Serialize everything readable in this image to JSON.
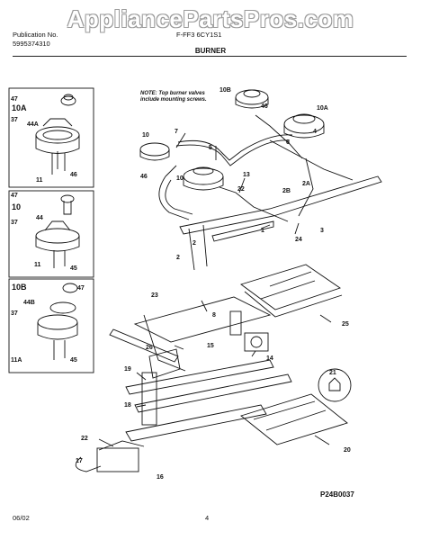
{
  "watermark": "AppliancePartsPros.com",
  "header": {
    "line1": "Publication No.",
    "line2": "5995374310",
    "model": "F-FF3 6CY1S1",
    "section": "BURNER"
  },
  "note": {
    "line1": "NOTE: Top burner valves",
    "line2": "include mounting screws."
  },
  "insets": [
    {
      "id": "10A",
      "parts": [
        "47",
        "37",
        "44A",
        "11",
        "46"
      ]
    },
    {
      "id": "10",
      "parts": [
        "47",
        "37",
        "44",
        "11",
        "45"
      ]
    },
    {
      "id": "10B",
      "parts": [
        "47",
        "44B",
        "37",
        "11A",
        "45"
      ]
    }
  ],
  "callouts": [
    "7",
    "10B",
    "46",
    "10A",
    "4",
    "10",
    "5",
    "6",
    "46",
    "10",
    "13",
    "22",
    "2B",
    "2A",
    "1",
    "2",
    "3",
    "24",
    "2",
    "23",
    "8",
    "25",
    "26",
    "15",
    "14",
    "21",
    "19",
    "18",
    "22",
    "20",
    "17",
    "16"
  ],
  "diagram_code": "P24B0037",
  "footer": {
    "date": "06/02",
    "page": "4"
  }
}
